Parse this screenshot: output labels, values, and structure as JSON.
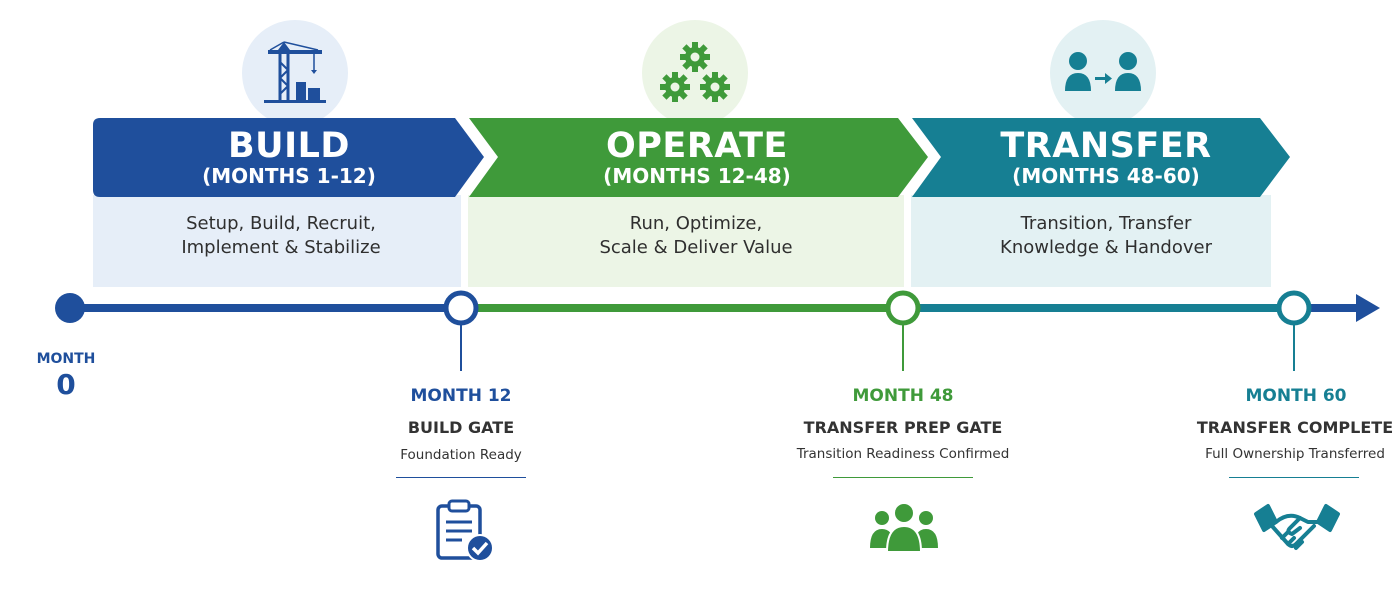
{
  "phases": [
    {
      "title": "BUILD",
      "months": "(MONTHS 1-12)",
      "line1": "Setup, Build, Recruit,",
      "line2": "Implement & Stabilize",
      "icon": "crane-icon",
      "color": "#1f4f9c",
      "light": "#e6eef8"
    },
    {
      "title": "OPERATE",
      "months": "(MONTHS 12-48)",
      "line1": "Run, Optimize,",
      "line2": "Scale & Deliver Value",
      "icon": "gears-icon",
      "color": "#3f9a3a",
      "light": "#ecf5e6"
    },
    {
      "title": "TRANSFER",
      "months": "(MONTHS 48-60)",
      "line1": "Transition, Transfer",
      "line2": "Knowledge & Handover",
      "icon": "person-transfer-icon",
      "color": "#167f93",
      "light": "#e3f1f3"
    }
  ],
  "start": {
    "label": "MONTH",
    "value": "0"
  },
  "milestones": [
    {
      "month": "MONTH 12",
      "gate": "BUILD GATE",
      "desc": "Foundation Ready",
      "icon": "clipboard-check-icon"
    },
    {
      "month": "MONTH 48",
      "gate": "TRANSFER PREP GATE",
      "desc": "Transition Readiness Confirmed",
      "icon": "team-icon"
    },
    {
      "month": "MONTH 60",
      "gate": "TRANSFER COMPLETE",
      "desc": "Full Ownership Transferred",
      "icon": "handshake-icon"
    }
  ]
}
